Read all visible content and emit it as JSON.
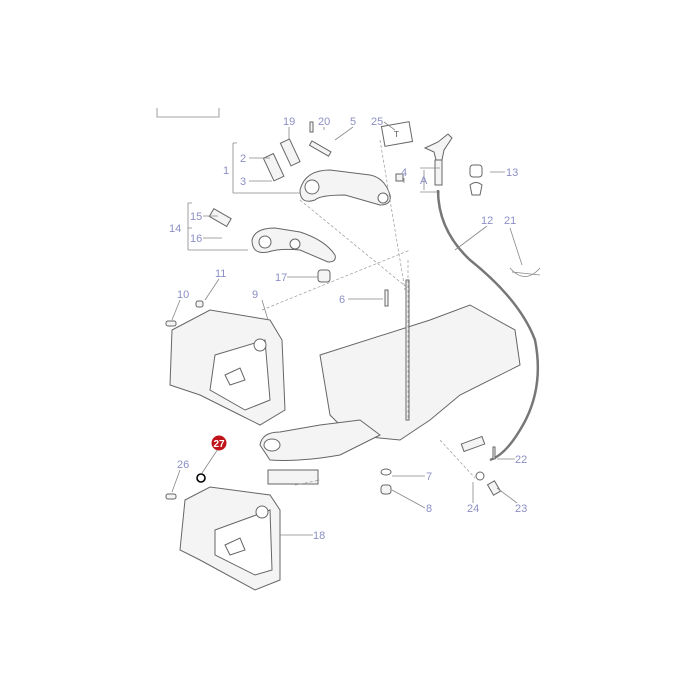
{
  "diagram": {
    "callouts": [
      "19",
      "20",
      "5",
      "25",
      "2",
      "1",
      "3",
      "4",
      "13",
      "12",
      "21",
      "15",
      "14",
      "16",
      "17",
      "11",
      "10",
      "9",
      "6",
      "26",
      "7",
      "22",
      "8",
      "24",
      "23",
      "18"
    ],
    "highlighted_callout": "27",
    "highlight_color": "#c0141c",
    "callout_color": "#8b8fc4",
    "placard_text": "T",
    "dimension_label": "A"
  }
}
